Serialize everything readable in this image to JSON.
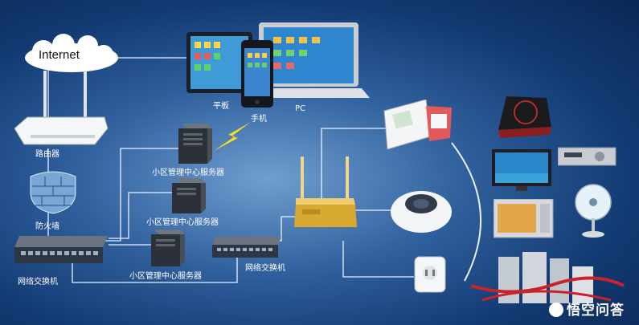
{
  "internet_label": "Internet",
  "labels": {
    "tablet": "平板",
    "phone": "手机",
    "pc": "PC",
    "router": "路由器",
    "firewall": "防火墙",
    "switch_left": "网络交换机",
    "switch_right": "网络交换机",
    "server_top": "小区管理中心服务器",
    "server_mid": "小区管理中心服务器",
    "server_bottom": "小区管理中心服务器"
  },
  "watermark": "悟空问答"
}
